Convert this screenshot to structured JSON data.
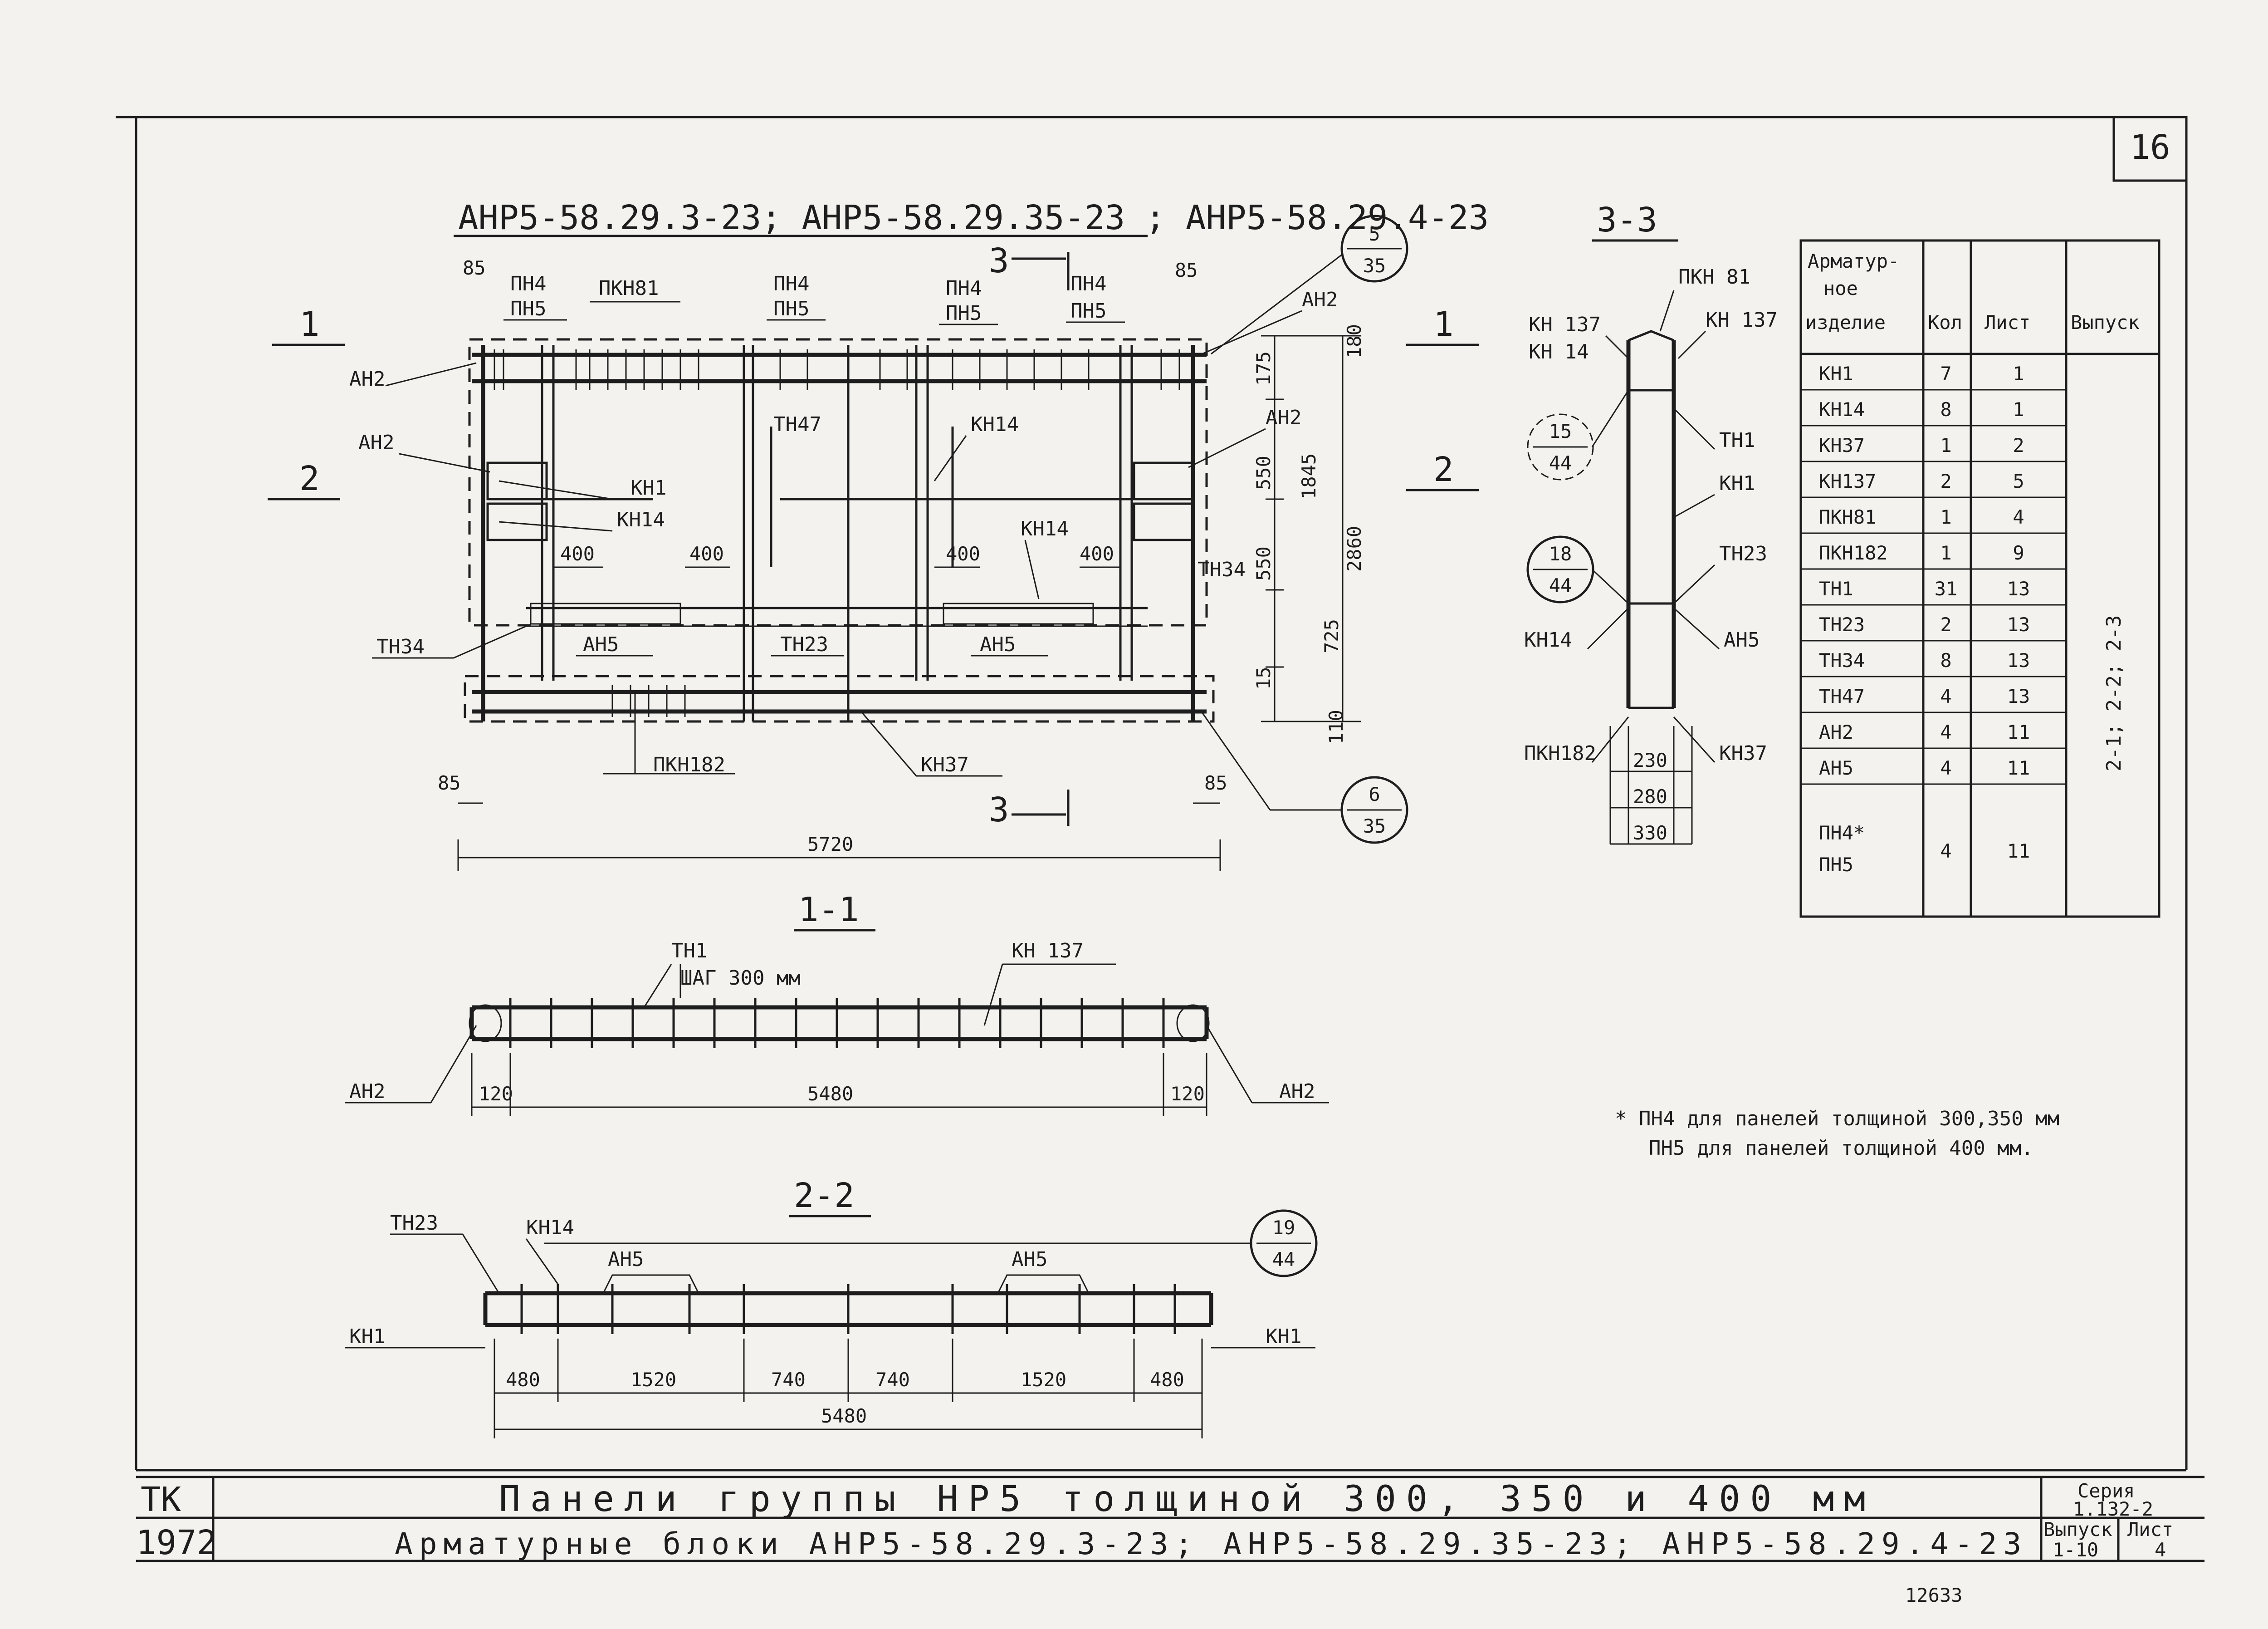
{
  "sheet_number": "16",
  "main_view": {
    "header": "АНР5-58.29.3-23;  АНР5-58.29.35-23 ;  АНР5-58.29.4-23",
    "labels": {
      "pn4_a": "ПН4",
      "pn5_a": "ПН5",
      "pkn81": "ПКН81",
      "pn4_b": "ПН4",
      "pn5_b": "ПН5",
      "pn4_c": "ПН4",
      "pn5_c": "ПН5",
      "pn4_d": "ПН4",
      "pn5_d": "ПН5",
      "an2_top_left": "АН2",
      "an2_mid_left": "АН2",
      "an2_top_right": "АН2",
      "an2_mid_right": "АН2",
      "tn47": "ТН47",
      "kn14_a": "КН14",
      "kn1": "КН1",
      "kn14_b": "КН14",
      "kn14_c": "КН14",
      "tn34_left": "ТН34",
      "tn34_right": "ТН34",
      "an5_a": "АН5",
      "tn23": "ТН23",
      "an5_b": "АН5",
      "pkn182": "ПКН182",
      "kn37": "КН37"
    },
    "dims": {
      "d85_tl": "85",
      "d85_tr": "85",
      "d85_bl": "85",
      "d85_br": "85",
      "d400_1": "400",
      "d400_2": "400",
      "d400_3": "400",
      "d400_4": "400",
      "d180": "180",
      "d175": "175",
      "d550_1": "550",
      "d550_2": "550",
      "d1845": "1845",
      "d2860": "2860",
      "d725": "725",
      "d15": "15",
      "d110": "110",
      "d5720": "5720"
    },
    "cuts": {
      "c1": "1",
      "c2": "2",
      "c3": "3"
    },
    "nodes": [
      {
        "num": "5",
        "den": "35"
      },
      {
        "num": "6",
        "den": "35"
      }
    ]
  },
  "section_1_1": {
    "title": "1-1",
    "labels": {
      "tn1": "ТН1",
      "step": "ШАГ 300 мм",
      "kn137": "КН 137",
      "an2_left": "АН2",
      "an2_right": "АН2"
    },
    "dims": {
      "d120_l": "120",
      "d5480": "5480",
      "d120_r": "120"
    }
  },
  "section_2_2": {
    "title": "2-2",
    "labels": {
      "tn23": "ТН23",
      "kn14": "КН14",
      "an5_a": "АН5",
      "an5_b": "АН5",
      "kn1_left": "КН1",
      "kn1_right": "КН1"
    },
    "dims": {
      "d480_l": "480",
      "d1520_l": "1520",
      "d740_l": "740",
      "d740_r": "740",
      "d1520_r": "1520",
      "d480_r": "480",
      "d5480": "5480"
    },
    "node": {
      "num": "19",
      "den": "44"
    }
  },
  "section_3_3": {
    "title": "3-3",
    "labels": {
      "kn137_l": "КН 137",
      "kn14_top": "КН 14",
      "pkn81": "ПКН 81",
      "kn137_r": "КН 137",
      "tn1": "ТН1",
      "kn1": "КН1",
      "tn23": "ТН23",
      "kn14_bot": "КН14",
      "an5": "АН5",
      "pkn182": "ПКН182",
      "kn37": "КН37"
    },
    "dims": {
      "d230": "230",
      "d280": "280",
      "d330": "330"
    },
    "nodes": [
      {
        "num": "15",
        "den": "44"
      },
      {
        "num": "18",
        "den": "44"
      }
    ]
  },
  "spec_table": {
    "headers": [
      "Арматур-",
      "ное",
      "изделие",
      "Кол",
      "Лист",
      "Выпуск"
    ],
    "rows": [
      {
        "item": "КН1",
        "qty": "7",
        "sheet": "1"
      },
      {
        "item": "КН14",
        "qty": "8",
        "sheet": "1"
      },
      {
        "item": "КН37",
        "qty": "1",
        "sheet": "2"
      },
      {
        "item": "КН137",
        "qty": "2",
        "sheet": "5"
      },
      {
        "item": "ПКН81",
        "qty": "1",
        "sheet": "4"
      },
      {
        "item": "ПКН182",
        "qty": "1",
        "sheet": "9"
      },
      {
        "item": "ТН1",
        "qty": "31",
        "sheet": "13"
      },
      {
        "item": "ТН23",
        "qty": "2",
        "sheet": "13"
      },
      {
        "item": "ТН34",
        "qty": "8",
        "sheet": "13"
      },
      {
        "item": "ТН47",
        "qty": "4",
        "sheet": "13"
      },
      {
        "item": "АН2",
        "qty": "4",
        "sheet": "11"
      },
      {
        "item": "АН5",
        "qty": "4",
        "sheet": "11"
      }
    ],
    "last_row": {
      "item1": "ПН4*",
      "item2": "ПН5",
      "qty": "4",
      "sheet": "11"
    },
    "release": "2-1;  2-2;  2-3"
  },
  "note": {
    "line1": "* ПН4  для панелей толщиной 300,350 мм",
    "line2": "ПН5  для панелей толщиной 400 мм."
  },
  "title_block": {
    "org": "ТК",
    "year": "1972",
    "title1": "Панели  группы  НР5  толщиной  300, 350 и 400 мм",
    "title2": "Арматурные  блоки  АНР5-58.29.3-23;  АНР5-58.29.35-23;  АНР5-58.29.4-23",
    "series_label": "Серия",
    "series_value": "1.132-2",
    "release_label": "Выпуск",
    "release_value": "1-10",
    "sheet_label": "Лист",
    "sheet_value": "4"
  },
  "archive_number": "12633"
}
